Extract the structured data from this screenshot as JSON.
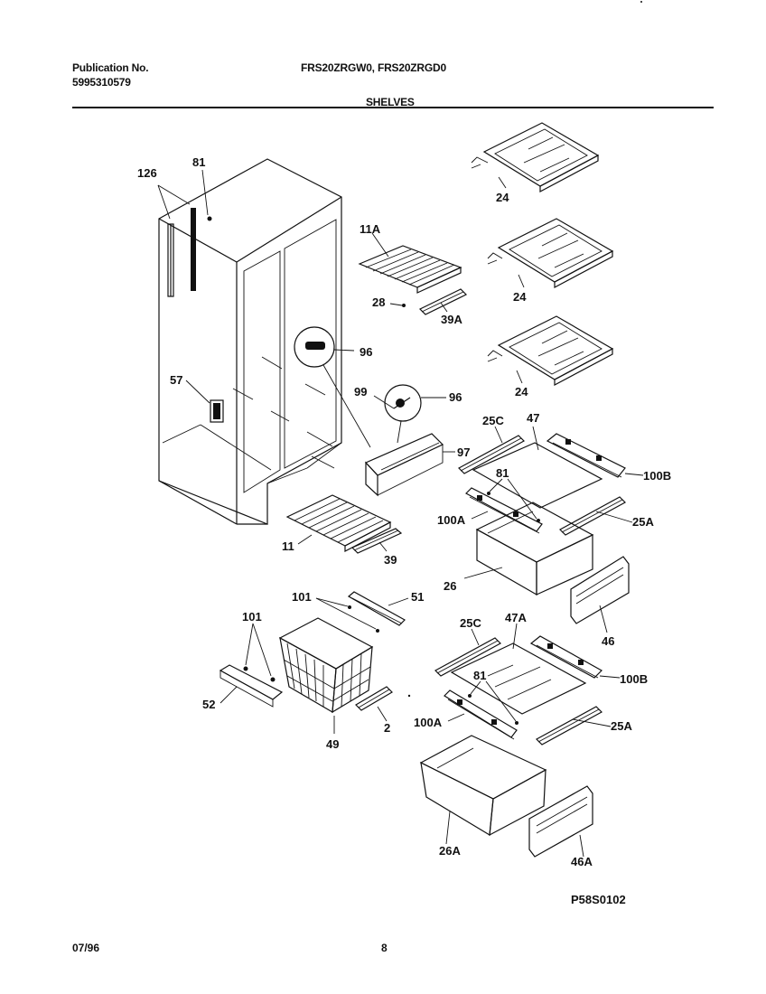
{
  "header": {
    "publication_label": "Publication No.",
    "publication_number": "5995310579",
    "models": "FRS20ZRGW0, FRS20ZRGD0",
    "section_title": "SHELVES"
  },
  "footer": {
    "date": "07/96",
    "page": "8",
    "diagram_id": "P58S0102"
  },
  "parts": {
    "p126": "126",
    "p81_cabinet": "81",
    "p57": "57",
    "p96_a": "96",
    "p99": "99",
    "p96_b": "96",
    "p97": "97",
    "p11A": "11A",
    "p28": "28",
    "p39A": "39A",
    "p11": "11",
    "p39": "39",
    "p24_a": "24",
    "p24_b": "24",
    "p24_c": "24",
    "p25C_a": "25C",
    "p47": "47",
    "p81_upper": "81",
    "p100B_a": "100B",
    "p100A_a": "100A",
    "p25A_a": "25A",
    "p26": "26",
    "p46": "46",
    "p101_a": "101",
    "p51": "51",
    "p101_b": "101",
    "p52": "52",
    "p49": "49",
    "p2": "2",
    "p25C_b": "25C",
    "p47A": "47A",
    "p81_lower": "81",
    "p100B_b": "100B",
    "p100A_b": "100A",
    "p25A_b": "25A",
    "p26A": "26A",
    "p46A": "46A"
  }
}
